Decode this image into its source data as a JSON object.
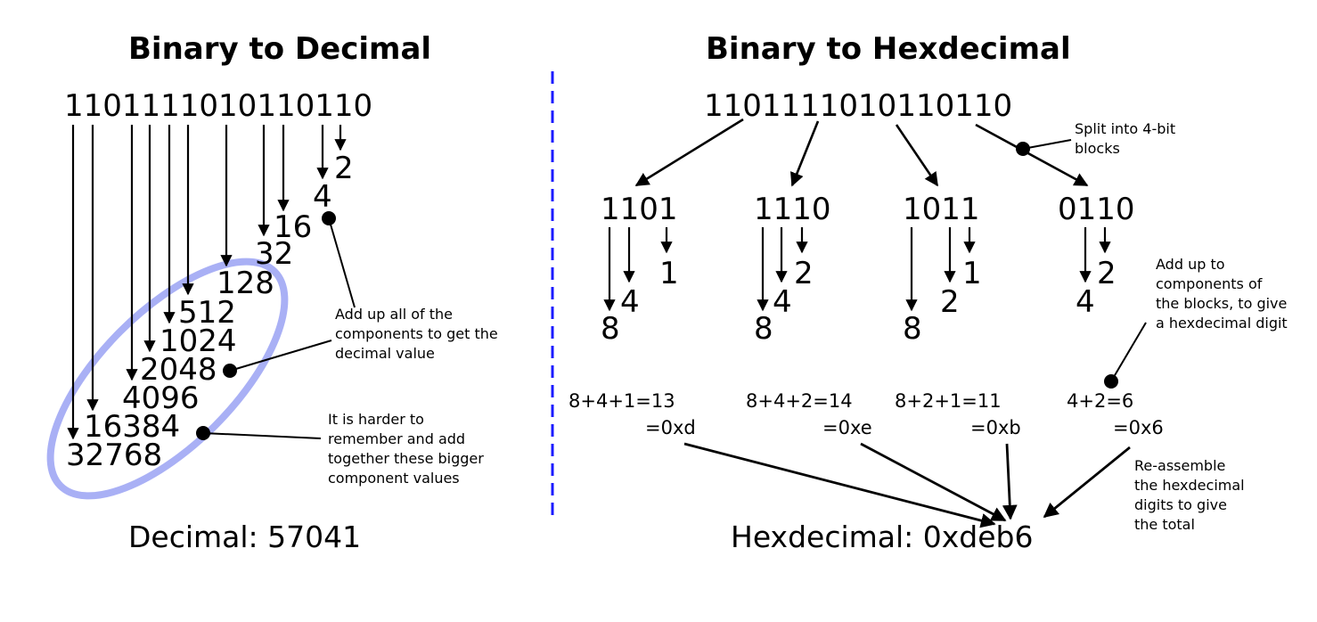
{
  "left": {
    "title": "Binary to Decimal",
    "binary": "1101111010110110",
    "components": [
      "2",
      "4",
      "16",
      "32",
      "128",
      "512",
      "1024",
      "2048",
      "4096",
      "16384",
      "32768"
    ],
    "note_add": "Add up all of the components to get the decimal value",
    "note_harder": "It is harder to remember and add together these bigger component values",
    "result": "Decimal: 57041"
  },
  "right": {
    "title": "Binary to Hexdecimal",
    "binary": "1101111010110110",
    "note_split": "Split into 4-bit blocks",
    "blocks": [
      {
        "bits": "1101",
        "components": [
          "8",
          "4",
          "1"
        ],
        "sum": "8+4+1=13",
        "hex": "=0xd"
      },
      {
        "bits": "1110",
        "components": [
          "8",
          "4",
          "2"
        ],
        "sum": "8+4+2=14",
        "hex": "=0xe"
      },
      {
        "bits": "1011",
        "components": [
          "8",
          "2",
          "1"
        ],
        "sum": "8+2+1=11",
        "hex": "=0xb"
      },
      {
        "bits": "0110",
        "components": [
          "4",
          "2"
        ],
        "sum": "4+2=6",
        "hex": "=0x6"
      }
    ],
    "note_addup": "Add up to components of the blocks, to give a hexdecimal digit",
    "note_reassemble": "Re-assemble the hexdecimal digits to give the total",
    "result": "Hexdecimal: 0xdeb6"
  },
  "colors": {
    "divider": "#1a1aff",
    "ellipse": "#a9b0f5"
  }
}
